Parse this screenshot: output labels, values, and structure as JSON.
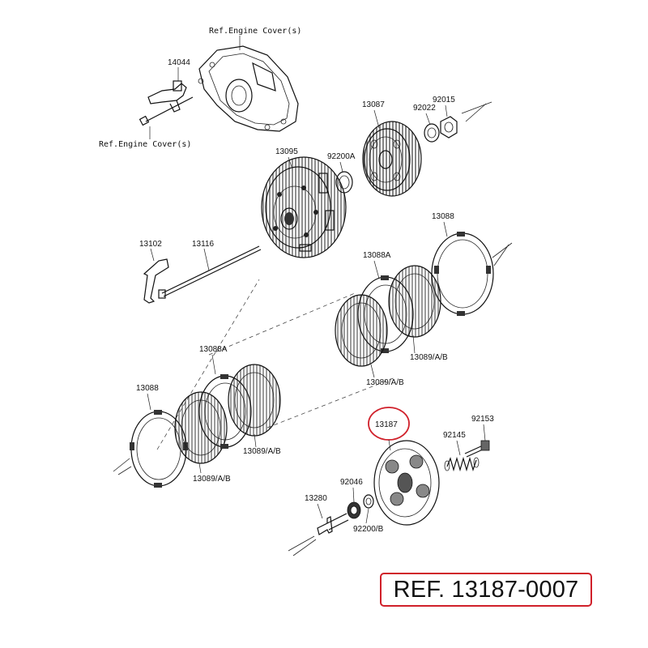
{
  "labels": {
    "ref_engine_cover_top": "Ref.Engine Cover(s)",
    "ref_engine_cover_bottom": "Ref.Engine Cover(s)",
    "p14044": "14044",
    "p13087": "13087",
    "p92022": "92022",
    "p92015": "92015",
    "p13095": "13095",
    "p92200a": "92200A",
    "p13102": "13102",
    "p13116": "13116",
    "p13088_right": "13088",
    "p13088a_right": "13088A",
    "p13089_right_upper": "13089/A/B",
    "p13089_right_lower": "13089/A/B",
    "p13088a_left": "13088A",
    "p13088_left": "13088",
    "p13089_left_upper": "13089/A/B",
    "p13089_left_lower": "13089/A/B",
    "p13187": "13187",
    "p92153": "92153",
    "p92145": "92145",
    "p92046": "92046",
    "p13280": "13280",
    "p92200b": "92200/B"
  },
  "reference": {
    "text": "REF. 13187-0007",
    "highlight_color": "#d0202a"
  },
  "highlighted_part": "13187"
}
